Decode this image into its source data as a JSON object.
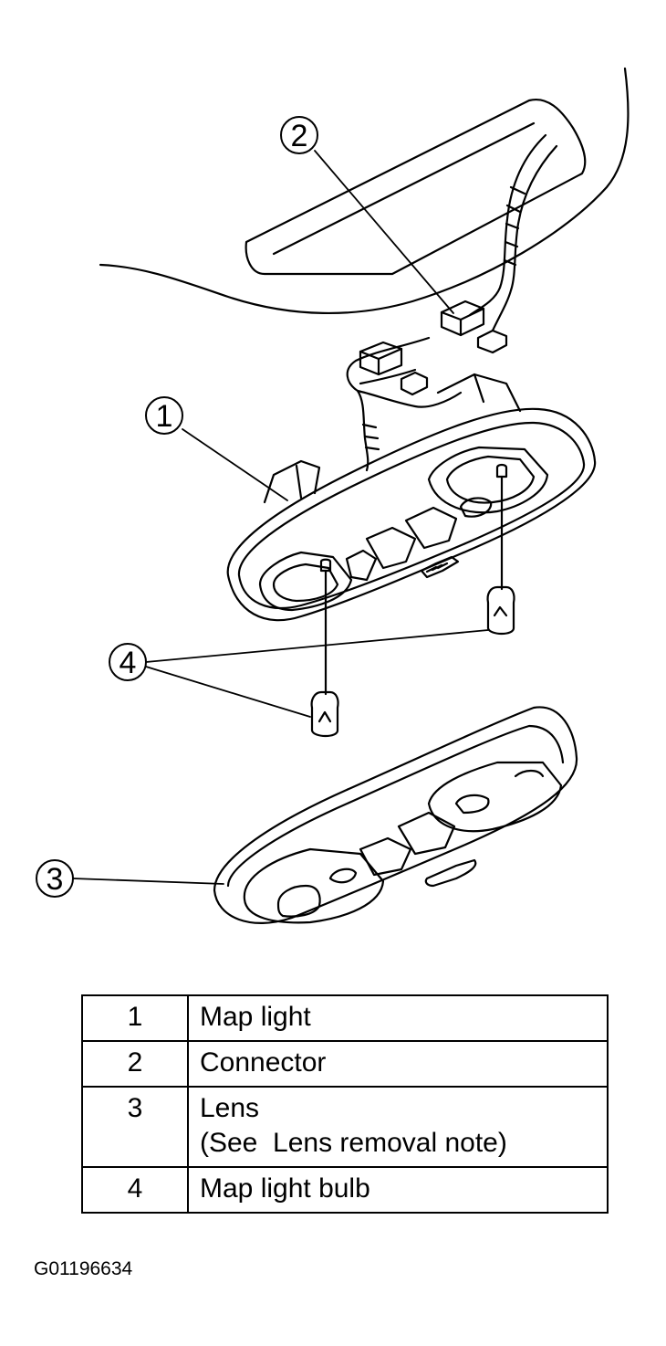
{
  "callouts": [
    "1",
    "2",
    "3",
    "4"
  ],
  "legend": [
    {
      "number": "1",
      "description": "Map light",
      "note": ""
    },
    {
      "number": "2",
      "description": "Connector",
      "note": ""
    },
    {
      "number": "3",
      "description": "Lens",
      "note": "(See  Lens removal note)"
    },
    {
      "number": "4",
      "description": "Map light bulb",
      "note": ""
    }
  ],
  "figure_id": "G01196634"
}
